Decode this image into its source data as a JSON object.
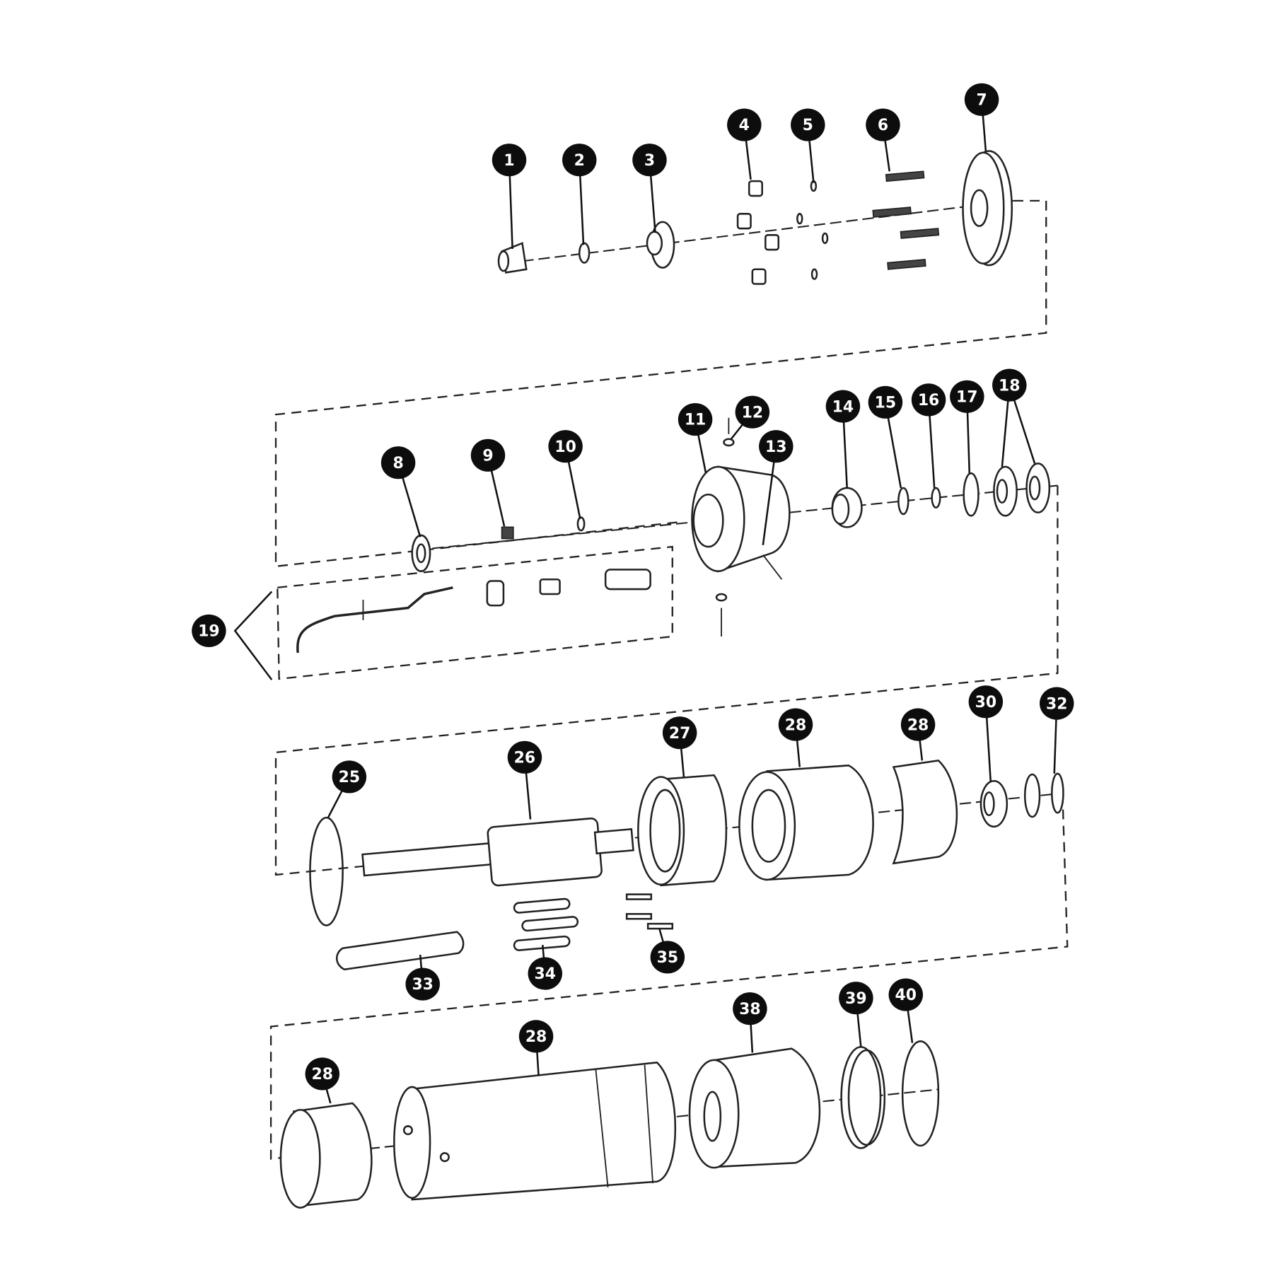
{
  "diagram": {
    "type": "exploded-parts-view",
    "callouts": [
      "1",
      "2",
      "3",
      "4",
      "5",
      "6",
      "7",
      "8",
      "9",
      "10",
      "11",
      "12",
      "13",
      "14",
      "15",
      "16",
      "17",
      "18",
      "19",
      "25",
      "26",
      "27",
      "28",
      "28",
      "30",
      "32",
      "33",
      "34",
      "35",
      "38",
      "39",
      "40",
      "28",
      "28"
    ]
  },
  "colors": {
    "badge": "#0d0d0d",
    "line": "#222222",
    "background": "#ffffff"
  }
}
